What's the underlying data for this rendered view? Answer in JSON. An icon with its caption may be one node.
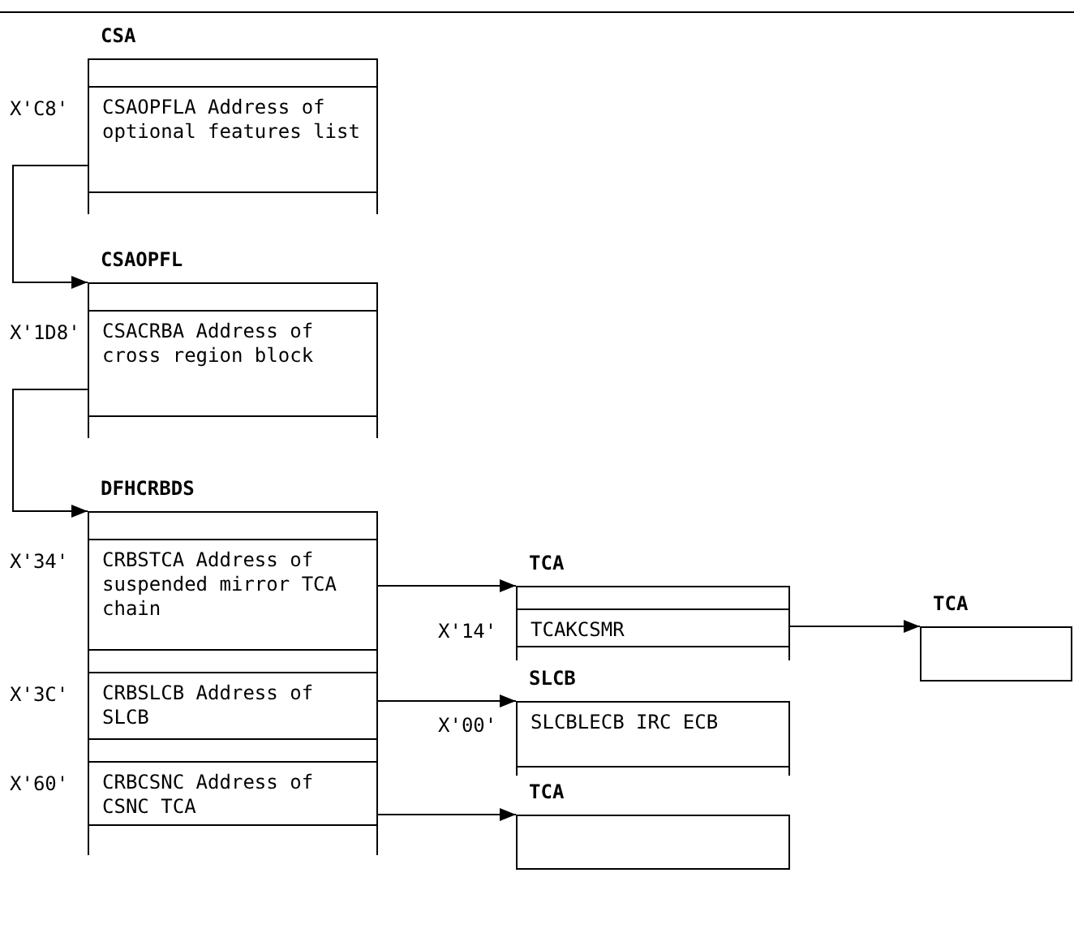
{
  "diagram": {
    "nodes": [
      {
        "text": [
          "CSA"
        ]
      },
      {
        "text": [
          "CSAOPFLA Address of optional features list"
        ],
        "in": 0,
        "beside": [
          "X'C8'"
        ]
      },
      {
        "text": [
          "CSAOPFL"
        ]
      },
      {
        "text": [
          "CSACRBA Address of cross region block"
        ],
        "in": 2,
        "beside": [
          "X'1D8'"
        ]
      },
      {
        "text": [
          "DFHCRBDS"
        ]
      },
      {
        "text": [
          "CRBSTCA Address of suspended mirror TCA chain"
        ],
        "in": 4,
        "beside": [
          "X'34'"
        ]
      },
      {
        "text": [
          "CRBSLCB Address of SLCB"
        ],
        "in": 4,
        "beside": [
          "X'3C'"
        ]
      },
      {
        "text": [
          "CRBCSNC Address of CSNC TCA"
        ],
        "in": 4,
        "beside": [
          "X'60'"
        ]
      },
      {
        "text": [
          "TCA"
        ]
      },
      {
        "text": [
          "TCAKCSMR"
        ],
        "in": 8,
        "beside": [
          "X'14'"
        ]
      },
      {
        "text": [
          "TCA"
        ]
      },
      {
        "text": [
          "SLCB"
        ]
      },
      {
        "text": [
          "SLCBLECB IRC ECB"
        ],
        "in": 11,
        "beside": [
          "X'00'"
        ]
      },
      {
        "text": [
          "TCA"
        ]
      }
    ],
    "edges": [
      {
        "from": 1,
        "to": 2,
        "arrow": "to"
      },
      {
        "from": 3,
        "to": 4,
        "arrow": "to"
      },
      {
        "from": 5,
        "to": 8,
        "arrow": "to"
      },
      {
        "from": 9,
        "to": 10,
        "arrow": "to"
      },
      {
        "from": 6,
        "to": 11,
        "arrow": "to"
      },
      {
        "from": 7,
        "to": 13,
        "arrow": "to"
      }
    ]
  }
}
